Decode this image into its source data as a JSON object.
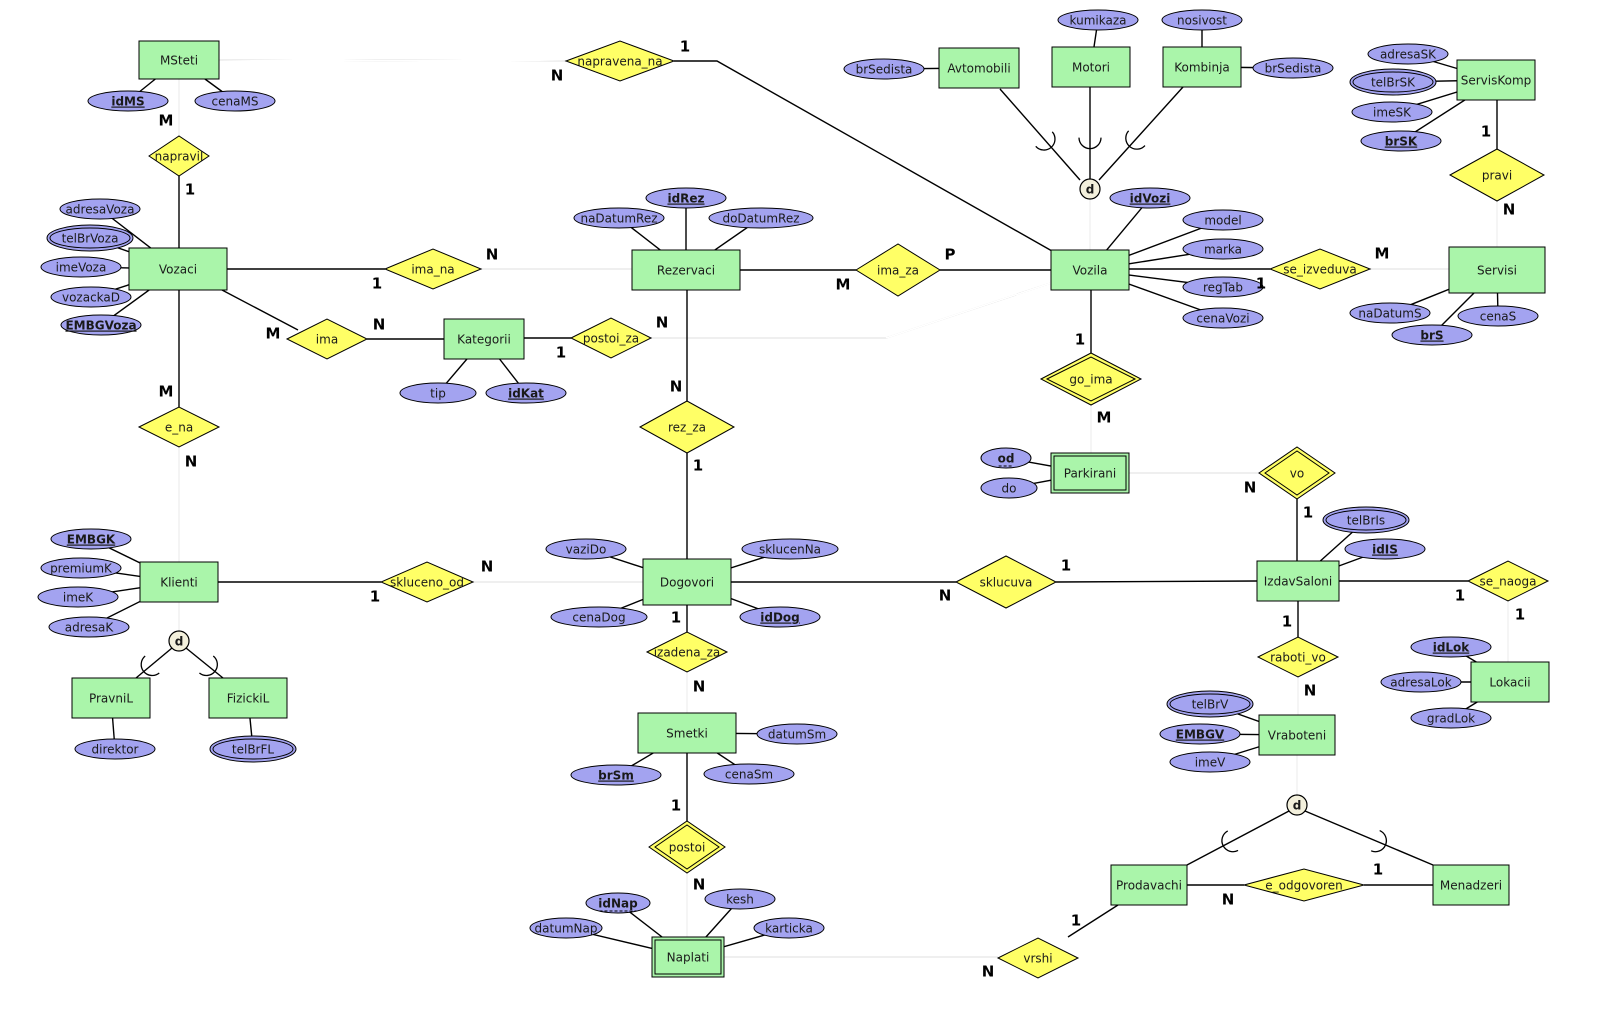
{
  "diagram": {
    "title": "ER diagram - vehicle rental",
    "colors": {
      "entity_fill": "#aaf5aa",
      "attribute_fill": "#a3a3f0",
      "relationship_fill": "#ffff66",
      "disjoint_fill": "#f3f0dc"
    },
    "entities": [
      {
        "id": "MSteti",
        "label": "MSteti",
        "weak": false
      },
      {
        "id": "Vozaci",
        "label": "Vozaci",
        "weak": false
      },
      {
        "id": "Rezervaci",
        "label": "Rezervaci",
        "weak": false
      },
      {
        "id": "Kategorii",
        "label": "Kategorii",
        "weak": false
      },
      {
        "id": "Vozila",
        "label": "Vozila",
        "weak": false
      },
      {
        "id": "Avtomobili",
        "label": "Avtomobili",
        "weak": false
      },
      {
        "id": "Motori",
        "label": "Motori",
        "weak": false
      },
      {
        "id": "Kombinja",
        "label": "Kombinja",
        "weak": false
      },
      {
        "id": "ServisKomp",
        "label": "ServisKomp",
        "weak": false
      },
      {
        "id": "Servisi",
        "label": "Servisi",
        "weak": false
      },
      {
        "id": "Parkirani",
        "label": "Parkirani",
        "weak": true
      },
      {
        "id": "Klienti",
        "label": "Klienti",
        "weak": false
      },
      {
        "id": "PravniL",
        "label": "PravniL",
        "weak": false
      },
      {
        "id": "FizickiL",
        "label": "FizickiL",
        "weak": false
      },
      {
        "id": "Dogovori",
        "label": "Dogovori",
        "weak": false
      },
      {
        "id": "IzdavSaloni",
        "label": "IzdavSaloni",
        "weak": false
      },
      {
        "id": "Lokacii",
        "label": "Lokacii",
        "weak": false
      },
      {
        "id": "Vraboteni",
        "label": "Vraboteni",
        "weak": false
      },
      {
        "id": "Smetki",
        "label": "Smetki",
        "weak": false
      },
      {
        "id": "Naplati",
        "label": "Naplati",
        "weak": true
      },
      {
        "id": "Prodavachi",
        "label": "Prodavachi",
        "weak": false
      },
      {
        "id": "Menadzeri",
        "label": "Menadzeri",
        "weak": false
      }
    ],
    "attributes": [
      {
        "id": "idMS",
        "label": "idMS",
        "owner": "MSteti",
        "key": "primary",
        "multivalued": false
      },
      {
        "id": "cenaMS",
        "label": "cenaMS",
        "owner": "MSteti",
        "key": "none",
        "multivalued": false
      },
      {
        "id": "adresaVoza",
        "label": "adresaVoza",
        "owner": "Vozaci",
        "key": "none",
        "multivalued": false
      },
      {
        "id": "telBrVoza",
        "label": "telBrVoza",
        "owner": "Vozaci",
        "key": "none",
        "multivalued": true
      },
      {
        "id": "imeVoza",
        "label": "imeVoza",
        "owner": "Vozaci",
        "key": "none",
        "multivalued": false
      },
      {
        "id": "vozackaD",
        "label": "vozackaD",
        "owner": "Vozaci",
        "key": "none",
        "multivalued": false
      },
      {
        "id": "EMBGVoza",
        "label": "EMBGVoza",
        "owner": "Vozaci",
        "key": "primary",
        "multivalued": false
      },
      {
        "id": "idRez",
        "label": "idRez",
        "owner": "Rezervaci",
        "key": "primary",
        "multivalued": false
      },
      {
        "id": "naDatumRez",
        "label": "naDatumRez",
        "owner": "Rezervaci",
        "key": "none",
        "multivalued": false
      },
      {
        "id": "doDatumRez",
        "label": "doDatumRez",
        "owner": "Rezervaci",
        "key": "none",
        "multivalued": false
      },
      {
        "id": "tip",
        "label": "tip",
        "owner": "Kategorii",
        "key": "none",
        "multivalued": false
      },
      {
        "id": "idKat",
        "label": "idKat",
        "owner": "Kategorii",
        "key": "primary",
        "multivalued": false
      },
      {
        "id": "brSedistaA",
        "label": "brSedista",
        "owner": "Avtomobili",
        "key": "none",
        "multivalued": false
      },
      {
        "id": "kumikaza",
        "label": "kumikaza",
        "owner": "Motori",
        "key": "none",
        "multivalued": false
      },
      {
        "id": "nosivost",
        "label": "nosivost",
        "owner": "Kombinja",
        "key": "none",
        "multivalued": false
      },
      {
        "id": "brSedistaK",
        "label": "brSedista",
        "owner": "Kombinja",
        "key": "none",
        "multivalued": false
      },
      {
        "id": "idVozi",
        "label": "idVozi",
        "owner": "Vozila",
        "key": "primary",
        "multivalued": false
      },
      {
        "id": "model",
        "label": "model",
        "owner": "Vozila",
        "key": "none",
        "multivalued": false
      },
      {
        "id": "marka",
        "label": "marka",
        "owner": "Vozila",
        "key": "none",
        "multivalued": false
      },
      {
        "id": "regTab",
        "label": "regTab",
        "owner": "Vozila",
        "key": "none",
        "multivalued": false
      },
      {
        "id": "cenaVozi",
        "label": "cenaVozi",
        "owner": "Vozila",
        "key": "none",
        "multivalued": false
      },
      {
        "id": "adresaSK",
        "label": "adresaSK",
        "owner": "ServisKomp",
        "key": "none",
        "multivalued": false
      },
      {
        "id": "telBrSK",
        "label": "telBrSK",
        "owner": "ServisKomp",
        "key": "none",
        "multivalued": true
      },
      {
        "id": "imeSK",
        "label": "imeSK",
        "owner": "ServisKomp",
        "key": "none",
        "multivalued": false
      },
      {
        "id": "brSK",
        "label": "brSK",
        "owner": "ServisKomp",
        "key": "primary",
        "multivalued": false
      },
      {
        "id": "naDatumS",
        "label": "naDatumS",
        "owner": "Servisi",
        "key": "none",
        "multivalued": false
      },
      {
        "id": "brS",
        "label": "brS",
        "owner": "Servisi",
        "key": "primary",
        "multivalued": false
      },
      {
        "id": "cenaS",
        "label": "cenaS",
        "owner": "Servisi",
        "key": "none",
        "multivalued": false
      },
      {
        "id": "od",
        "label": "od",
        "owner": "Parkirani",
        "key": "partial",
        "multivalued": false
      },
      {
        "id": "do",
        "label": "do",
        "owner": "Parkirani",
        "key": "none",
        "multivalued": false
      },
      {
        "id": "EMBGK",
        "label": "EMBGK",
        "owner": "Klienti",
        "key": "primary",
        "multivalued": false
      },
      {
        "id": "premiumK",
        "label": "premiumK",
        "owner": "Klienti",
        "key": "none",
        "multivalued": false
      },
      {
        "id": "imeK",
        "label": "imeK",
        "owner": "Klienti",
        "key": "none",
        "multivalued": false
      },
      {
        "id": "adresaK",
        "label": "adresaK",
        "owner": "Klienti",
        "key": "none",
        "multivalued": false
      },
      {
        "id": "direktor",
        "label": "direktor",
        "owner": "PravniL",
        "key": "none",
        "multivalued": false
      },
      {
        "id": "telBrFL",
        "label": "telBrFL",
        "owner": "FizickiL",
        "key": "none",
        "multivalued": true
      },
      {
        "id": "vaziDo",
        "label": "vaziDo",
        "owner": "Dogovori",
        "key": "none",
        "multivalued": false
      },
      {
        "id": "sklucenNa",
        "label": "sklucenNa",
        "owner": "Dogovori",
        "key": "none",
        "multivalued": false
      },
      {
        "id": "cenaDog",
        "label": "cenaDog",
        "owner": "Dogovori",
        "key": "none",
        "multivalued": false
      },
      {
        "id": "idDog",
        "label": "idDog",
        "owner": "Dogovori",
        "key": "primary",
        "multivalued": false
      },
      {
        "id": "telBrIs",
        "label": "telBrIs",
        "owner": "IzdavSaloni",
        "key": "none",
        "multivalued": true
      },
      {
        "id": "idIS",
        "label": "idIS",
        "owner": "IzdavSaloni",
        "key": "primary",
        "multivalued": false
      },
      {
        "id": "idLok",
        "label": "idLok",
        "owner": "Lokacii",
        "key": "primary",
        "multivalued": false
      },
      {
        "id": "adresaLok",
        "label": "adresaLok",
        "owner": "Lokacii",
        "key": "none",
        "multivalued": false
      },
      {
        "id": "gradLok",
        "label": "gradLok",
        "owner": "Lokacii",
        "key": "none",
        "multivalued": false
      },
      {
        "id": "telBrV",
        "label": "telBrV",
        "owner": "Vraboteni",
        "key": "none",
        "multivalued": true
      },
      {
        "id": "EMBGV",
        "label": "EMBGV",
        "owner": "Vraboteni",
        "key": "primary",
        "multivalued": false
      },
      {
        "id": "imeV",
        "label": "imeV",
        "owner": "Vraboteni",
        "key": "none",
        "multivalued": false
      },
      {
        "id": "datumSm",
        "label": "datumSm",
        "owner": "Smetki",
        "key": "none",
        "multivalued": false
      },
      {
        "id": "brSm",
        "label": "brSm",
        "owner": "Smetki",
        "key": "primary",
        "multivalued": false
      },
      {
        "id": "cenaSm",
        "label": "cenaSm",
        "owner": "Smetki",
        "key": "none",
        "multivalued": false
      },
      {
        "id": "idNap",
        "label": "idNap",
        "owner": "Naplati",
        "key": "partial",
        "multivalued": false
      },
      {
        "id": "kesh",
        "label": "kesh",
        "owner": "Naplati",
        "key": "none",
        "multivalued": false
      },
      {
        "id": "datumNap",
        "label": "datumNap",
        "owner": "Naplati",
        "key": "none",
        "multivalued": false
      },
      {
        "id": "karticka",
        "label": "karticka",
        "owner": "Naplati",
        "key": "none",
        "multivalued": false
      }
    ],
    "relationships": [
      {
        "id": "napravena_na",
        "label": "napravena_na",
        "identifying": false
      },
      {
        "id": "napravil",
        "label": "napravil",
        "identifying": false
      },
      {
        "id": "ima_na",
        "label": "ima_na",
        "identifying": false
      },
      {
        "id": "ima",
        "label": "ima",
        "identifying": false
      },
      {
        "id": "postoi_za",
        "label": "postoi_za",
        "identifying": false
      },
      {
        "id": "ima_za",
        "label": "ima_za",
        "identifying": false
      },
      {
        "id": "pravi",
        "label": "pravi",
        "identifying": false
      },
      {
        "id": "se_izveduva",
        "label": "se_izveduva",
        "identifying": false
      },
      {
        "id": "e_na",
        "label": "e_na",
        "identifying": false
      },
      {
        "id": "rez_za",
        "label": "rez_za",
        "identifying": false
      },
      {
        "id": "go_ima",
        "label": "go_ima",
        "identifying": true
      },
      {
        "id": "vo",
        "label": "vo",
        "identifying": true
      },
      {
        "id": "skluceno_od",
        "label": "skluceno_od",
        "identifying": false
      },
      {
        "id": "sklucuva",
        "label": "sklucuva",
        "identifying": false
      },
      {
        "id": "se_naoga",
        "label": "se_naoga",
        "identifying": false
      },
      {
        "id": "izadena_za",
        "label": "izadena_za",
        "identifying": false
      },
      {
        "id": "raboti_vo",
        "label": "raboti_vo",
        "identifying": false
      },
      {
        "id": "postoi",
        "label": "postoi",
        "identifying": true
      },
      {
        "id": "e_odgovoren",
        "label": "e_odgovoren",
        "identifying": false
      },
      {
        "id": "vrshi",
        "label": "vrshi",
        "identifying": false
      }
    ],
    "specializations": [
      {
        "id": "spec_vozila",
        "symbol": "d",
        "superclass": "Vozila",
        "subclasses": [
          "Avtomobili",
          "Motori",
          "Kombinja"
        ],
        "total": true
      },
      {
        "id": "spec_klienti",
        "symbol": "d",
        "superclass": "Klienti",
        "subclasses": [
          "PravniL",
          "FizickiL"
        ],
        "total": true
      },
      {
        "id": "spec_vraboteni",
        "symbol": "d",
        "superclass": "Vraboteni",
        "subclasses": [
          "Prodavachi",
          "Menadzeri"
        ],
        "total": true
      }
    ],
    "connections": [
      {
        "rel": "napravena_na",
        "entity": "MSteti",
        "card": "N",
        "total": true
      },
      {
        "rel": "napravena_na",
        "entity": "Vozila",
        "card": "1",
        "total": false
      },
      {
        "rel": "napravil",
        "entity": "MSteti",
        "card": "M",
        "total": true
      },
      {
        "rel": "napravil",
        "entity": "Vozaci",
        "card": "1",
        "total": false
      },
      {
        "rel": "ima_na",
        "entity": "Vozaci",
        "card": "1",
        "total": false
      },
      {
        "rel": "ima_na",
        "entity": "Rezervaci",
        "card": "N",
        "total": true
      },
      {
        "rel": "ima",
        "entity": "Vozaci",
        "card": "M",
        "total": false
      },
      {
        "rel": "ima",
        "entity": "Kategorii",
        "card": "N",
        "total": false
      },
      {
        "rel": "postoi_za",
        "entity": "Kategorii",
        "card": "1",
        "total": false
      },
      {
        "rel": "postoi_za",
        "entity": "Vozila",
        "card": "N",
        "total": true
      },
      {
        "rel": "ima_za",
        "entity": "Rezervaci",
        "card": "M",
        "total": false
      },
      {
        "rel": "ima_za",
        "entity": "Vozila",
        "card": "P",
        "total": false
      },
      {
        "rel": "pravi",
        "entity": "ServisKomp",
        "card": "1",
        "total": false
      },
      {
        "rel": "pravi",
        "entity": "Servisi",
        "card": "N",
        "total": true
      },
      {
        "rel": "se_izveduva",
        "entity": "Vozila",
        "card": "1",
        "total": false
      },
      {
        "rel": "se_izveduva",
        "entity": "Servisi",
        "card": "M",
        "total": true
      },
      {
        "rel": "e_na",
        "entity": "Vozaci",
        "card": "M",
        "total": false
      },
      {
        "rel": "e_na",
        "entity": "Klienti",
        "card": "N",
        "total": true
      },
      {
        "rel": "rez_za",
        "entity": "Rezervaci",
        "card": "N",
        "total": false
      },
      {
        "rel": "rez_za",
        "entity": "Dogovori",
        "card": "1",
        "total": false
      },
      {
        "rel": "go_ima",
        "entity": "Vozila",
        "card": "1",
        "total": false
      },
      {
        "rel": "go_ima",
        "entity": "Parkirani",
        "card": "M",
        "total": true
      },
      {
        "rel": "vo",
        "entity": "Parkirani",
        "card": "N",
        "total": true
      },
      {
        "rel": "vo",
        "entity": "IzdavSaloni",
        "card": "1",
        "total": false
      },
      {
        "rel": "skluceno_od",
        "entity": "Klienti",
        "card": "1",
        "total": false
      },
      {
        "rel": "skluceno_od",
        "entity": "Dogovori",
        "card": "N",
        "total": true
      },
      {
        "rel": "sklucuva",
        "entity": "Dogovori",
        "card": "N",
        "total": false
      },
      {
        "rel": "sklucuva",
        "entity": "IzdavSaloni",
        "card": "1",
        "total": false
      },
      {
        "rel": "se_naoga",
        "entity": "IzdavSaloni",
        "card": "1",
        "total": false
      },
      {
        "rel": "se_naoga",
        "entity": "Lokacii",
        "card": "1",
        "total": true
      },
      {
        "rel": "izadena_za",
        "entity": "Dogovori",
        "card": "1",
        "total": false
      },
      {
        "rel": "izadena_za",
        "entity": "Smetki",
        "card": "N",
        "total": true
      },
      {
        "rel": "raboti_vo",
        "entity": "IzdavSaloni",
        "card": "1",
        "total": false
      },
      {
        "rel": "raboti_vo",
        "entity": "Vraboteni",
        "card": "N",
        "total": true
      },
      {
        "rel": "postoi",
        "entity": "Smetki",
        "card": "1",
        "total": false
      },
      {
        "rel": "postoi",
        "entity": "Naplati",
        "card": "N",
        "total": true
      },
      {
        "rel": "e_odgovoren",
        "entity": "Prodavachi",
        "card": "N",
        "total": false
      },
      {
        "rel": "e_odgovoren",
        "entity": "Menadzeri",
        "card": "1",
        "total": false
      },
      {
        "rel": "vrshi",
        "entity": "Naplati",
        "card": "N",
        "total": true
      },
      {
        "rel": "vrshi",
        "entity": "Prodavachi",
        "card": "1",
        "total": false
      }
    ]
  }
}
